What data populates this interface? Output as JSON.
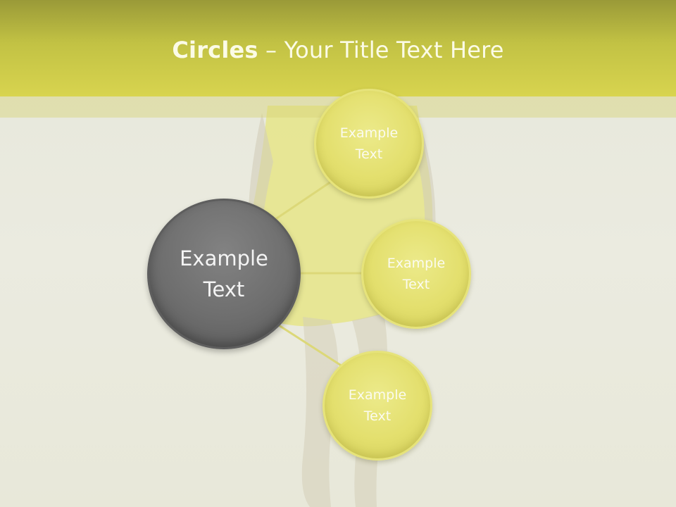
{
  "title": {
    "bold": "Circles",
    "rest": " – Your Title Text Here"
  },
  "diagram": {
    "center": {
      "label": "Example\nText"
    },
    "satellites": [
      {
        "label": "Example\nText"
      },
      {
        "label": "Example\nText"
      },
      {
        "label": "Example\nText"
      }
    ]
  },
  "colors": {
    "header": "#d8d44f",
    "center_circle": "#6e6e6e",
    "satellite_circle": "#e3df6d",
    "connector": "#dcd878",
    "background": "#e8e8dc"
  }
}
